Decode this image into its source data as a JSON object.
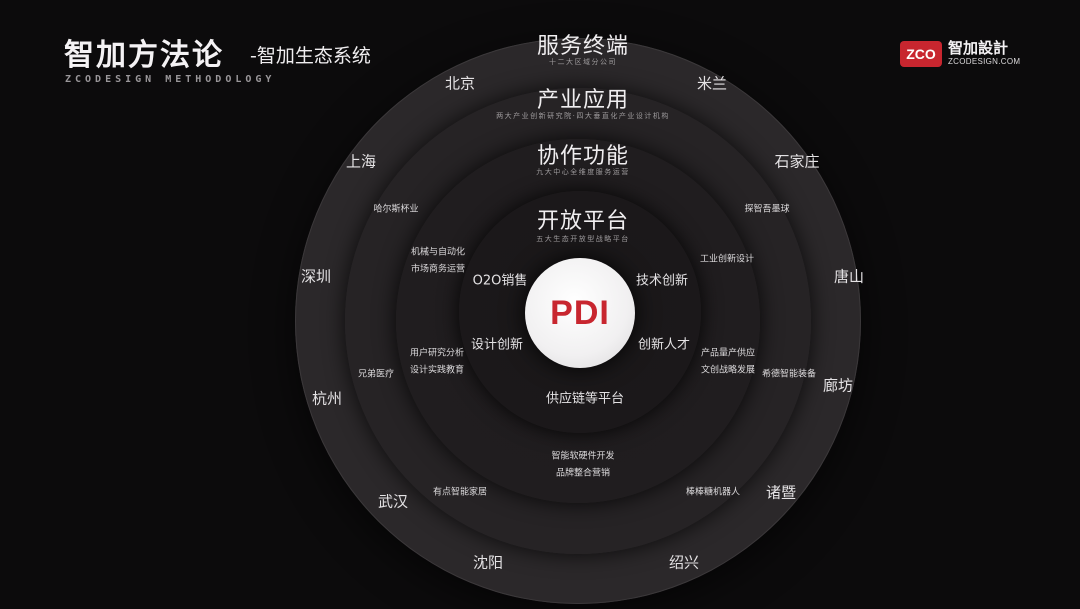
{
  "header": {
    "title": "智加方法论",
    "subtitle": "-智加生态系统",
    "english": "ZCODESIGN METHODOLOGY"
  },
  "logo": {
    "badge": "ZCO",
    "name": "智加設計",
    "site": "ZCODESIGN.COM",
    "brand_color": "#c8262f"
  },
  "core": {
    "label": "PDI",
    "color": "#c8262f"
  },
  "rings": [
    {
      "title": "服务终端",
      "subtitle": "十二大区域分公司"
    },
    {
      "title": "产业应用",
      "subtitle": "两大产业创新研究院·四大垂直化产业设计机构"
    },
    {
      "title": "协作功能",
      "subtitle": "九大中心全维度服务运营"
    },
    {
      "title": "开放平台",
      "subtitle": "五大生态开放型战略平台"
    }
  ],
  "cities": [
    "北京",
    "米兰",
    "上海",
    "石家庄",
    "深圳",
    "唐山",
    "杭州",
    "廊坊",
    "武汉",
    "诸暨",
    "沈阳",
    "绍兴"
  ],
  "industry": [
    "哈尔斯杯业",
    "探智吾墨球",
    "兄弟医疗",
    "希德智能装备",
    "有点智能家居",
    "棒棒糖机器人"
  ],
  "functions": [
    "机械与自动化",
    "市场商务运营",
    "工业创新设计",
    "用户研究分析",
    "设计实践教育",
    "产品量产供应",
    "文创战略发展",
    "智能软硬件开发",
    "品牌整合营销"
  ],
  "platforms": [
    "O2O销售",
    "技术创新",
    "设计创新",
    "创新人才",
    "供应链等平台"
  ]
}
